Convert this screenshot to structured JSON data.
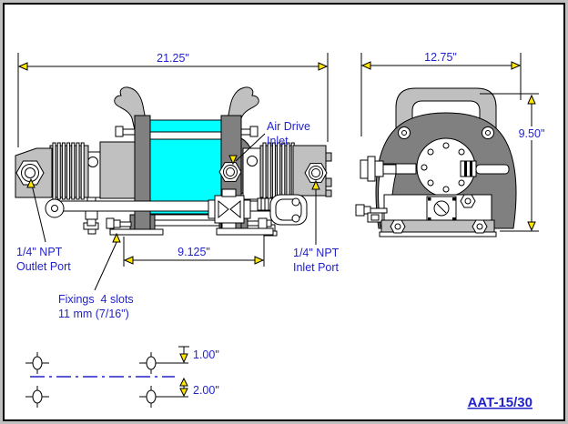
{
  "title": {
    "model": "AAT-15/30"
  },
  "dimensions": {
    "overall_length": "21.25\"",
    "overall_width": "12.75\"",
    "overall_height": "9.50\"",
    "fixing_span": "9.125\"",
    "slot_row_offset": "1.00\"",
    "slot_row_spacing": "2.00\""
  },
  "callouts": {
    "air_drive_inlet": {
      "line1": "Air Drive",
      "line2": "Inlet"
    },
    "outlet_port": {
      "line1": "1/4\" NPT",
      "line2": "Outlet Port"
    },
    "inlet_port": {
      "line1": "1/4\" NPT",
      "line2": "Inlet Port"
    },
    "fixings": {
      "line1": "Fixings  4 slots",
      "line2": "11 mm (7/16\")"
    }
  },
  "colors": {
    "annotation-blue": "#2222CC",
    "pump-cyan": "#00FFFF",
    "light-gray": "#C0C0C0",
    "dark-gray": "#808080",
    "arrow-yellow": "#FFE600",
    "frame-gray": "#C0C0C0"
  }
}
